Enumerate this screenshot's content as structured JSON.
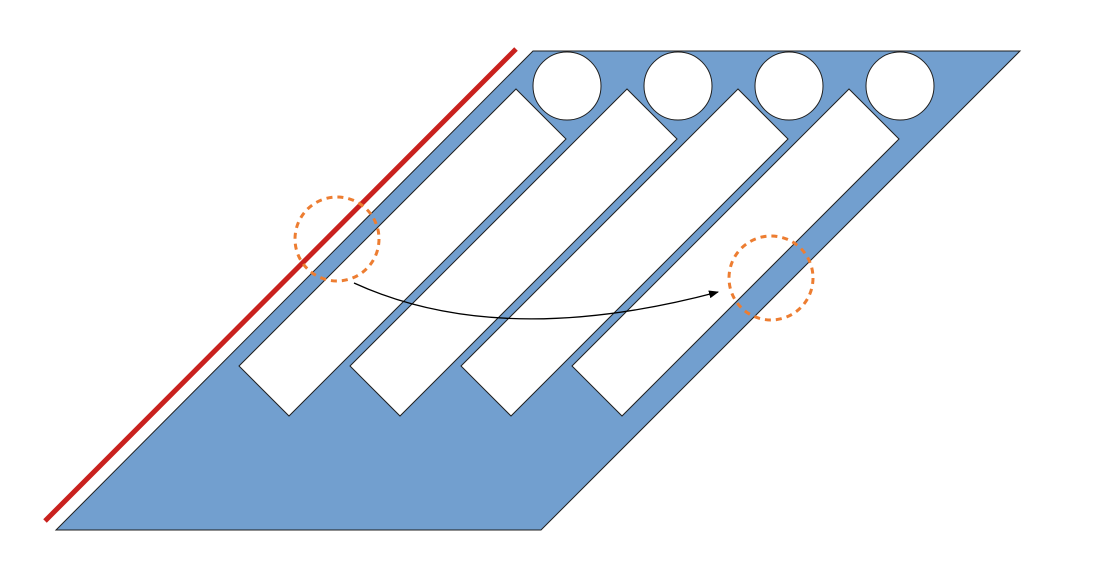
{
  "colors": {
    "background": "#ffffff",
    "panel_fill": "#729fcf",
    "panel_stroke": "#1f1f1f",
    "bar_fill": "#ffffff",
    "bar_stroke": "#1f1f1f",
    "boundary_line": "#c9211e",
    "highlight_ring": "#ed7d31",
    "arrow": "#000000"
  },
  "diagram": {
    "elements": [
      {
        "kind": "slanted-panel"
      },
      {
        "kind": "slanted-bar",
        "count": 4
      },
      {
        "kind": "circle",
        "count": 4
      },
      {
        "kind": "boundary-line"
      },
      {
        "kind": "dashed-highlight-ring",
        "count": 2
      },
      {
        "kind": "curved-arrow",
        "direction": "left-to-right"
      }
    ]
  }
}
